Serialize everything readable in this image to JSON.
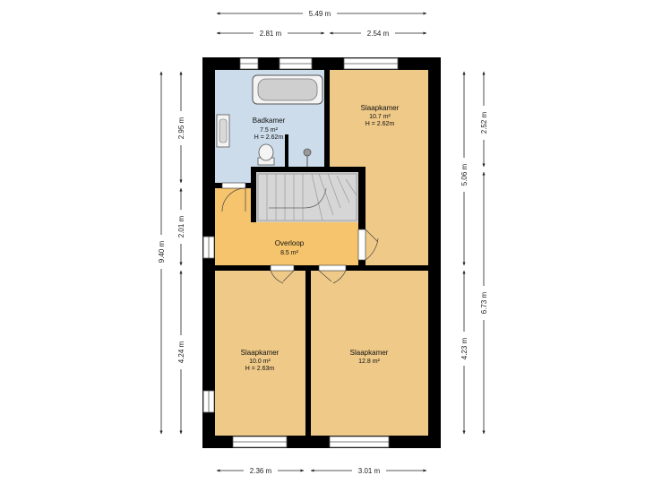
{
  "colors": {
    "wall": "#000000",
    "bedroom": "#efc987",
    "landing": "#f6c46c",
    "bathroom": "#ccdcea",
    "stair": "#d0d0d0",
    "dimension_line": "#222222",
    "window": "#ffffff"
  },
  "dimensions": {
    "top_total": "5.49 m",
    "top_left": "2.81 m",
    "top_right": "2.54 m",
    "bottom_left": "2.36 m",
    "bottom_right": "3.01 m",
    "left_total": "9.40 m",
    "left_upper": "2.95 m",
    "left_middle": "2.01 m",
    "left_lower": "4.24 m",
    "right_inner_upper": "5.06 m",
    "right_inner_lower": "4.23 m",
    "right_outer_upper": "2.52 m",
    "right_outer_lower": "6.73 m"
  },
  "rooms": {
    "bathroom": {
      "name": "Badkamer",
      "area": "7.5 m²",
      "height": "H = 2.62m"
    },
    "bedroom_top_right": {
      "name": "Slaapkamer",
      "area": "10.7 m²",
      "height": "H = 2.62m"
    },
    "landing": {
      "name": "Overloop",
      "area": "8.5 m²"
    },
    "bedroom_bottom_left": {
      "name": "Slaapkamer",
      "area": "10.0 m²",
      "height": "H = 2.63m"
    },
    "bedroom_bottom_right": {
      "name": "Slaapkamer",
      "area": "12.8 m²"
    }
  }
}
